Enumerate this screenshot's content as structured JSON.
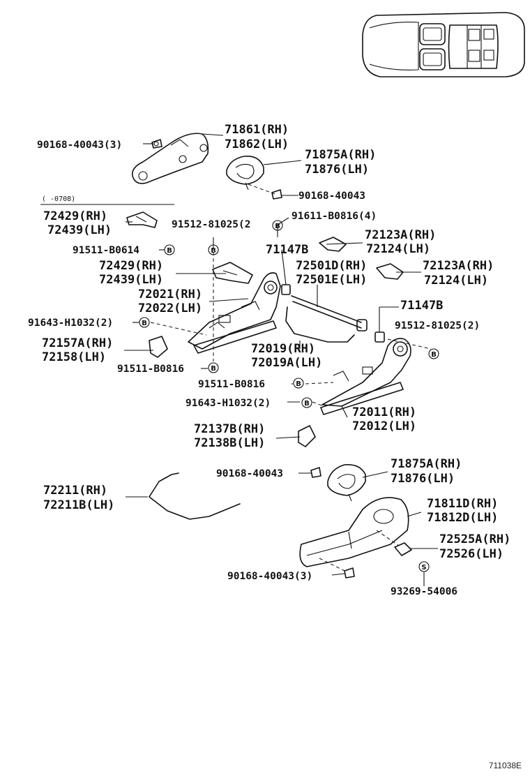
{
  "diagram_id": "711038E",
  "date_range_note": "(      -0708)",
  "fastener_markers": {
    "b": "B",
    "s": "S"
  },
  "labels": {
    "p90168_a": "90168-40043(3)",
    "p71861": "71861(RH)",
    "p71862": "71862(LH)",
    "p71875a_top": "71875A(RH)",
    "p71876_top": "71876(LH)",
    "p90168_b": "90168-40043",
    "p72429_top": "72429(RH)",
    "p72439_top": "72439(LH)",
    "p91512_a": "91512-81025(2",
    "p91611": "91611-B0816(4)",
    "p91511_b0614": "91511-B0614",
    "p71147b_a": "71147B",
    "p72123a_a": "72123A(RH)",
    "p72124_a": "72124(LH)",
    "p72429_mid": "72429(RH)",
    "p72439_mid": "72439(LH)",
    "p72501d": "72501D(RH)",
    "p72501e": "72501E(LH)",
    "p72123a_b": "72123A(RH)",
    "p72124_b": "72124(LH)",
    "p72021": "72021(RH)",
    "p72022": "72022(LH)",
    "p71147b_b": "71147B",
    "p91643_a": "91643-H1032(2)",
    "p91512_b": "91512-81025(2)",
    "p72157a": "72157A(RH)",
    "p72158": "72158(LH)",
    "p72019": "72019(RH)",
    "p72019a": "72019A(LH)",
    "p91511_b0816_a": "91511-B0816",
    "p91511_b0816_b": "91511-B0816",
    "p91643_b": "91643-H1032(2)",
    "p72011": "72011(RH)",
    "p72012": "72012(LH)",
    "p72137b": "72137B(RH)",
    "p72138b": "72138B(LH)",
    "p90168_c": "90168-40043",
    "p71875a_bot": "71875A(RH)",
    "p71876_bot": "71876(LH)",
    "p72211": "72211(RH)",
    "p72211b": "72211B(LH)",
    "p71811d": "71811D(RH)",
    "p71812d": "71812D(LH)",
    "p72525a": "72525A(RH)",
    "p72526": "72526(LH)",
    "p90168_d": "90168-40043(3)",
    "p93269": "93269-54006"
  }
}
